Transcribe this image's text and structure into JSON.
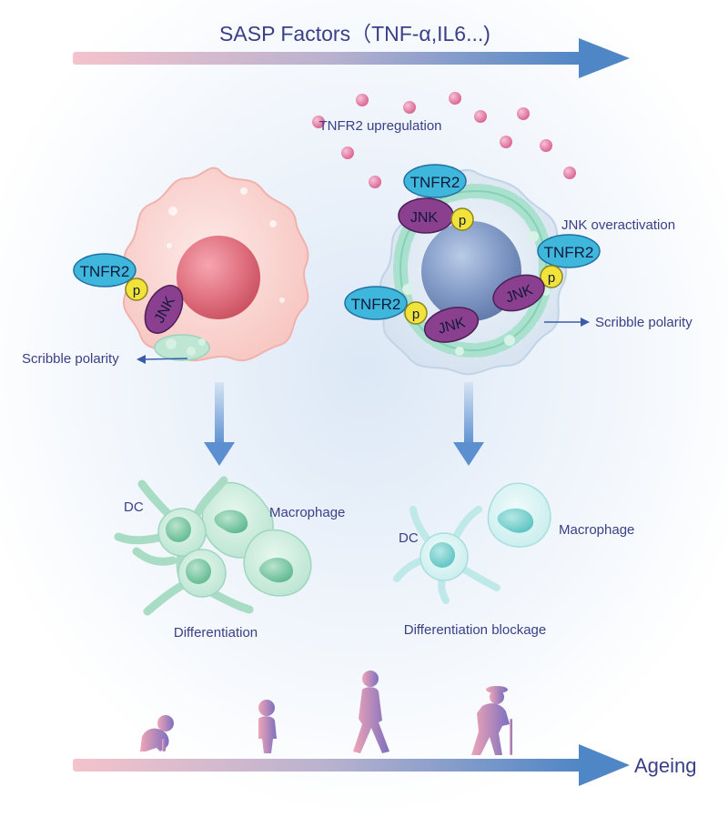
{
  "header": {
    "sasp_label": "SASP Factors（TNF-α,IL6...)"
  },
  "left_cell": {
    "receptor": "TNFR2",
    "phospho": "p",
    "kinase": "JNK",
    "polarity_label": "Scribble polarity"
  },
  "right_cell": {
    "upregulation_label": "TNFR2 upregulation",
    "overactivation_label": "JNK overactivation",
    "polarity_label": "Scribble polarity",
    "receptor": "TNFR2",
    "phospho": "p",
    "kinase": "JNK"
  },
  "left_outcome": {
    "dc_label": "DC",
    "macrophage_label": "Macrophage",
    "caption": "Differentiation"
  },
  "right_outcome": {
    "dc_label": "DC",
    "macrophage_label": "Macrophage",
    "caption": "Differentiation blockage"
  },
  "footer": {
    "ageing_label": "Ageing"
  },
  "colors": {
    "arrow_start": "#f4c3cc",
    "arrow_end": "#4f86c6",
    "receptor_fill": "#3fb7dd",
    "phospho_fill": "#f2e33a",
    "kinase_fill": "#8a3f8f",
    "sasp_dot": "#e07aa2"
  }
}
